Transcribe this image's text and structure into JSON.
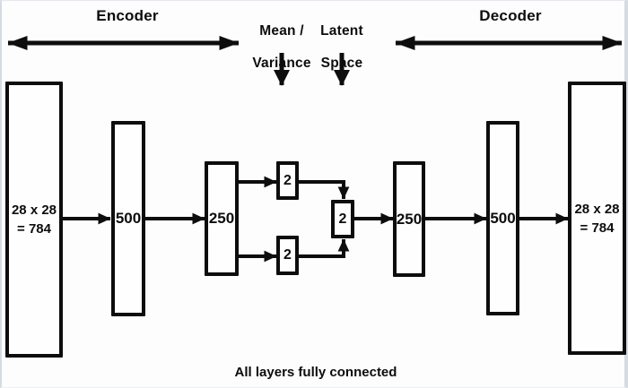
{
  "page": {
    "background": "#fdfdfd",
    "ink": "#0d0d0d",
    "caption": "All layers fully connected"
  },
  "sections": {
    "encoder": {
      "label": "Encoder"
    },
    "mean_variance": {
      "line1": "Mean /",
      "line2": "Variance"
    },
    "latent_space": {
      "line1": "Latent",
      "line2": "Space"
    },
    "decoder": {
      "label": "Decoder"
    }
  },
  "layers": {
    "input": {
      "line1": "28 x 28",
      "line2": "= 784"
    },
    "enc_fc1": {
      "label": "500"
    },
    "enc_fc2": {
      "label": "250"
    },
    "mean": {
      "label": "2"
    },
    "variance": {
      "label": "2"
    },
    "latent": {
      "label": "2"
    },
    "dec_fc1": {
      "label": "250"
    },
    "dec_fc2": {
      "label": "500"
    },
    "output": {
      "line1": "28 x 28",
      "line2": "= 784"
    }
  }
}
